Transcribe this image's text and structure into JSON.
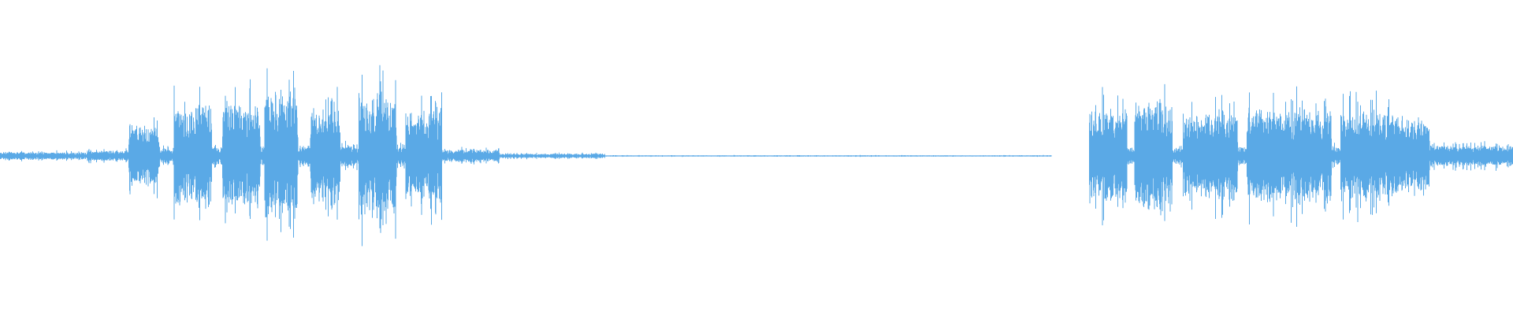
{
  "waveform": {
    "color": "#5aa9e6",
    "background": "#ffffff",
    "segments": [
      {
        "from": 0.0,
        "to": 0.058,
        "amp": 0.025
      },
      {
        "from": 0.058,
        "to": 0.085,
        "amp": 0.035
      },
      {
        "from": 0.085,
        "to": 0.105,
        "amp": 0.2
      },
      {
        "from": 0.105,
        "to": 0.115,
        "amp": 0.05
      },
      {
        "from": 0.115,
        "to": 0.14,
        "amp": 0.34
      },
      {
        "from": 0.14,
        "to": 0.147,
        "amp": 0.06
      },
      {
        "from": 0.147,
        "to": 0.172,
        "amp": 0.33
      },
      {
        "from": 0.172,
        "to": 0.175,
        "amp": 0.06
      },
      {
        "from": 0.175,
        "to": 0.197,
        "amp": 0.4
      },
      {
        "from": 0.197,
        "to": 0.205,
        "amp": 0.06
      },
      {
        "from": 0.205,
        "to": 0.225,
        "amp": 0.3
      },
      {
        "from": 0.225,
        "to": 0.237,
        "amp": 0.07
      },
      {
        "from": 0.237,
        "to": 0.262,
        "amp": 0.41
      },
      {
        "from": 0.262,
        "to": 0.268,
        "amp": 0.06
      },
      {
        "from": 0.268,
        "to": 0.292,
        "amp": 0.32
      },
      {
        "from": 0.292,
        "to": 0.33,
        "amp": 0.04
      },
      {
        "from": 0.33,
        "to": 0.4,
        "amp": 0.015
      },
      {
        "from": 0.4,
        "to": 0.695,
        "amp": 0.004
      },
      {
        "from": 0.695,
        "to": 0.72,
        "amp": 0.0
      },
      {
        "from": 0.72,
        "to": 0.745,
        "amp": 0.31
      },
      {
        "from": 0.745,
        "to": 0.75,
        "amp": 0.06
      },
      {
        "from": 0.75,
        "to": 0.775,
        "amp": 0.37
      },
      {
        "from": 0.775,
        "to": 0.782,
        "amp": 0.05
      },
      {
        "from": 0.782,
        "to": 0.818,
        "amp": 0.28
      },
      {
        "from": 0.818,
        "to": 0.824,
        "amp": 0.06
      },
      {
        "from": 0.824,
        "to": 0.88,
        "amp": 0.31
      },
      {
        "from": 0.88,
        "to": 0.886,
        "amp": 0.06
      },
      {
        "from": 0.886,
        "to": 0.915,
        "amp": 0.3
      },
      {
        "from": 0.915,
        "to": 0.945,
        "amp": 0.26
      },
      {
        "from": 0.945,
        "to": 1.0,
        "amp": 0.07
      }
    ]
  }
}
